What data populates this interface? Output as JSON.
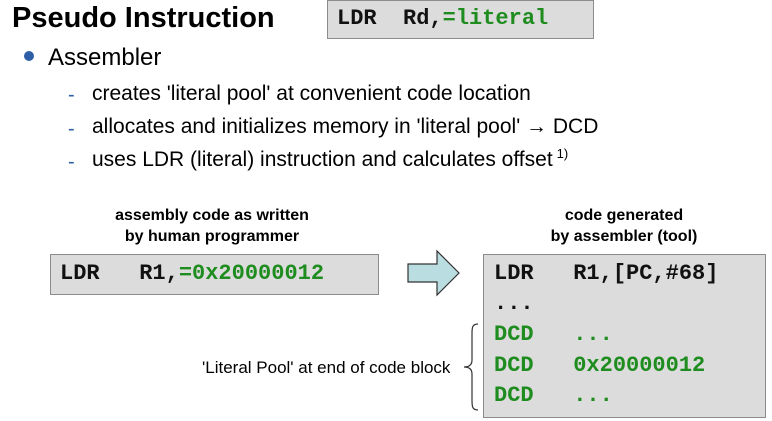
{
  "title": "Pseudo Instruction",
  "header_code": {
    "mnemonic": "LDR",
    "operand": "Rd,",
    "literal": "=literal"
  },
  "bullet": "Assembler",
  "sub_items": [
    {
      "dash": "-",
      "text": "creates 'literal pool' at convenient code location"
    },
    {
      "dash": "-",
      "text": "allocates and initializes memory in 'literal pool' → DCD"
    },
    {
      "dash": "-",
      "text": "uses LDR (literal) instruction and calculates offset",
      "footnote": "1)"
    }
  ],
  "left_caption": {
    "line1": "assembly code as written",
    "line2": "by human programmer"
  },
  "right_caption": {
    "line1": "code generated",
    "line2": "by assembler (tool)"
  },
  "left_code": {
    "mnemonic": "LDR",
    "operand": "R1,",
    "literal": "=0x20000012"
  },
  "right_code": [
    {
      "mnemonic": "LDR",
      "operand": "R1,[PC,#68]"
    },
    {
      "mnemonic": "...",
      "operand": ""
    },
    {
      "mnemonic": "DCD",
      "operand": "..."
    },
    {
      "mnemonic": "DCD",
      "operand": "0x20000012"
    },
    {
      "mnemonic": "DCD",
      "operand": "..."
    }
  ],
  "pool_label": "'Literal Pool' at end of code block",
  "colors": {
    "accent_blue": "#2e5ea8",
    "code_green": "#1e8c1e",
    "box_gray": "#dcdcdc"
  }
}
